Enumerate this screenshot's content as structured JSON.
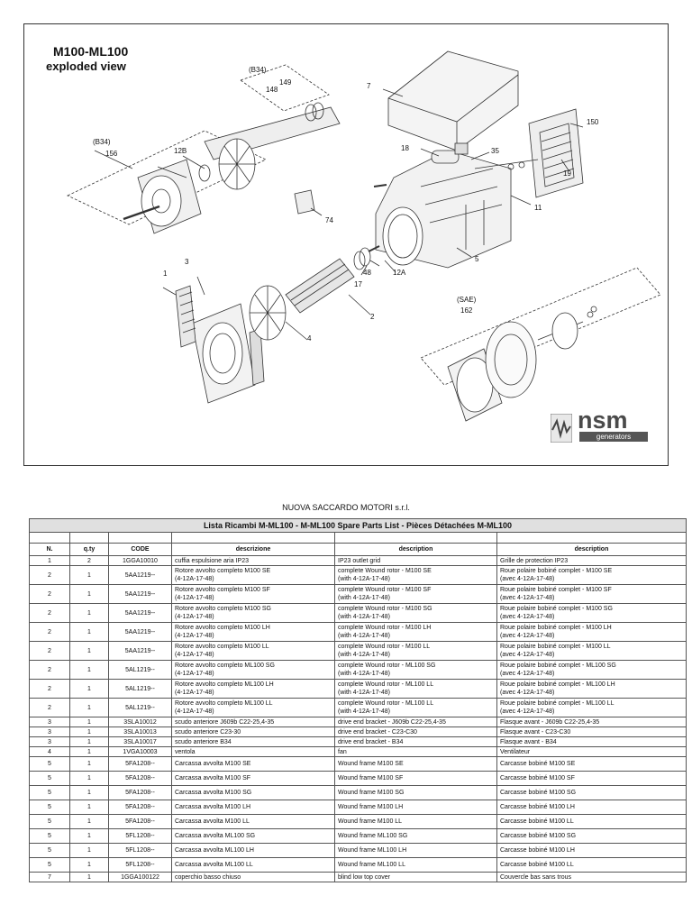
{
  "diagram": {
    "title": "M100-ML100",
    "subtitle": "exploded view",
    "callouts": [
      "(B34)",
      "149",
      "148",
      "7",
      "150",
      "(B34)",
      "156",
      "12B",
      "18",
      "35",
      "19",
      "11",
      "74",
      "3",
      "1",
      "48",
      "17",
      "12A",
      "5",
      "(SAE)",
      "162",
      "2",
      "4"
    ],
    "brand": {
      "name": "nsm",
      "tagline": "generators"
    }
  },
  "company": "NUOVA SACCARDO MOTORI s.r.l.",
  "table": {
    "title": "Lista Ricambi M-ML100 - M-ML100 Spare Parts List - Pièces Détachées M-ML100",
    "headers": [
      "N.",
      "q.ty",
      "CODE",
      "descrizione",
      "description",
      "description"
    ],
    "rows": [
      [
        "1",
        "2",
        "1GGA10010",
        "cuffia espulsione aria IP23",
        "IP23 outlet grid",
        "Grille de protection IP23"
      ],
      [
        "2",
        "1",
        "5AA1219--",
        "Rotore avvolto completo M100 SE\n(4-12A-17-48)",
        "complete Wound rotor - M100 SE\n(with 4-12A-17-48)",
        "Roue polaire bobiné complet - M100 SE\n(avec 4-12A-17-48)"
      ],
      [
        "2",
        "1",
        "5AA1219--",
        "Rotore avvolto completo M100 SF\n(4-12A-17-48)",
        "complete Wound rotor - M100 SF\n(with 4-12A-17-48)",
        "Roue polaire bobiné complet - M100 SF\n(avec 4-12A-17-48)"
      ],
      [
        "2",
        "1",
        "5AA1219--",
        "Rotore avvolto completo M100 SG\n(4-12A-17-48)",
        "complete Wound rotor - M100 SG\n(with 4-12A-17-48)",
        "Roue polaire bobiné complet - M100 SG\n(avec 4-12A-17-48)"
      ],
      [
        "2",
        "1",
        "5AA1219--",
        "Rotore avvolto completo M100 LH\n(4-12A-17-48)",
        "complete Wound rotor - M100 LH\n(with 4-12A-17-48)",
        "Roue polaire bobiné complet - M100 LH\n(avec 4-12A-17-48)"
      ],
      [
        "2",
        "1",
        "5AA1219--",
        "Rotore avvolto completo M100 LL\n(4-12A-17-48)",
        "complete Wound rotor - M100 LL\n(with 4-12A-17-48)",
        "Roue polaire bobiné complet - M100 LL\n(avec 4-12A-17-48)"
      ],
      [
        "2",
        "1",
        "5AL1219--",
        "Rotore avvolto completo ML100 SG\n(4-12A-17-48)",
        "complete Wound rotor - ML100 SG\n(with 4-12A-17-48)",
        "Roue polaire bobiné complet - ML100 SG\n(avec 4-12A-17-48)"
      ],
      [
        "2",
        "1",
        "5AL1219--",
        "Rotore avvolto completo ML100 LH\n(4-12A-17-48)",
        "complete Wound rotor - ML100 LL\n(with 4-12A-17-48)",
        "Roue polaire bobiné complet - ML100 LH\n(avec 4-12A-17-48)"
      ],
      [
        "2",
        "1",
        "5AL1219--",
        "Rotore avvolto completo ML100 LL\n(4-12A-17-48)",
        "complete Wound rotor - ML100 LL\n(with 4-12A-17-48)",
        "Roue polaire bobiné complet - ML100 LL\n(avec 4-12A-17-48)"
      ],
      [
        "3",
        "1",
        "3SLA10012",
        "scudo anteriore J609b C22-25,4-35",
        "drive end bracket - J609b C22-25,4-35",
        "Flasque avant - J609b C22-25,4-35"
      ],
      [
        "3",
        "1",
        "3SLA10013",
        "scudo anteriore C23-30",
        "drive end bracket - C23-C30",
        "Flasque avant - C23-C30"
      ],
      [
        "3",
        "1",
        "3SLA10017",
        "scudo anteriore B34",
        "drive end bracket - B34",
        "Flasque avant - B34"
      ],
      [
        "4",
        "1",
        "1VGA10003",
        "ventola",
        "fan",
        "Ventilateur"
      ],
      [
        "5",
        "1",
        "5FA1208--",
        "Carcassa avvolta M100 SE",
        "Wound frame M100 SE",
        "Carcasse bobiné M100 SE"
      ],
      [
        "5",
        "1",
        "5FA1208--",
        "Carcassa avvolta M100 SF",
        "Wound frame M100 SF",
        "Carcasse bobiné M100 SF"
      ],
      [
        "5",
        "1",
        "5FA1208--",
        "Carcassa avvolta M100 SG",
        "Wound frame M100 SG",
        "Carcasse bobiné M100 SG"
      ],
      [
        "5",
        "1",
        "5FA1208--",
        "Carcassa avvolta M100 LH",
        "Wound frame M100 LH",
        "Carcasse bobiné M100 LH"
      ],
      [
        "5",
        "1",
        "5FA1208--",
        "Carcassa avvolta M100 LL",
        "Wound frame M100 LL",
        "Carcasse bobiné M100 LL"
      ],
      [
        "5",
        "1",
        "5FL1208--",
        "Carcassa avvolta ML100 SG",
        "Wound frame ML100 SG",
        "Carcasse bobiné M100 SG"
      ],
      [
        "5",
        "1",
        "5FL1208--",
        "Carcassa avvolta ML100 LH",
        "Wound frame ML100 LH",
        "Carcasse bobiné M100 LH"
      ],
      [
        "5",
        "1",
        "5FL1208--",
        "Carcassa avvolta ML100 LL",
        "Wound frame ML100 LL",
        "Carcasse bobiné M100 LL"
      ],
      [
        "7",
        "1",
        "1GGA100122",
        "coperchio basso chiuso",
        "blind low top cover",
        "Couvercle bas sans trous"
      ]
    ]
  }
}
